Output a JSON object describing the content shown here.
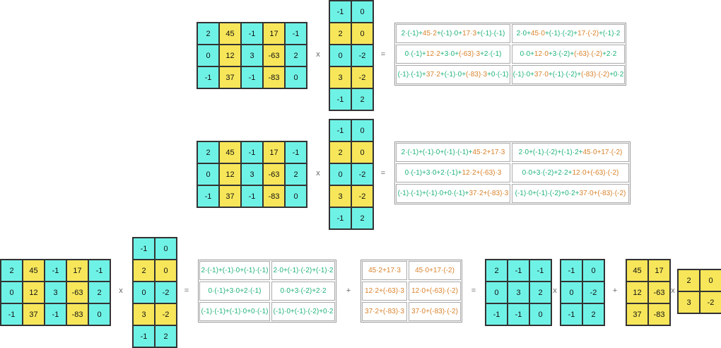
{
  "colors": {
    "cyan": "#6ff2e6",
    "yellow": "#f7e65a",
    "green_term": "#1fb37a",
    "orange_term": "#d9822b"
  },
  "A": [
    [
      "2",
      "45",
      "-1",
      "17",
      "-1"
    ],
    [
      "0",
      "12",
      "3",
      "-63",
      "2"
    ],
    [
      "-1",
      "37",
      "-1",
      "-83",
      "0"
    ]
  ],
  "B": [
    [
      "-1",
      "0"
    ],
    [
      "2",
      "0"
    ],
    [
      "0",
      "-2"
    ],
    [
      "3",
      "-2"
    ],
    [
      "-1",
      "2"
    ]
  ],
  "ops": {
    "times": "x",
    "eq": "=",
    "plus": "+"
  },
  "eq1": {
    "r0": [
      [
        "2·(-1)+",
        "45·2",
        "+(-1)·0+",
        "17·3",
        "+(-1)·(-1)"
      ],
      [
        "2·0+",
        "45·0",
        "+(-1)·(-2)+",
        "17·(-2)",
        "+(-1)·2"
      ]
    ],
    "r1": [
      [
        "0·(-1)+",
        "12·2",
        "+3·0+",
        "(-63)·3",
        "+2·(-1)"
      ],
      [
        "0·0+",
        "12·0",
        "+3·(-2)+",
        "(-63)·(-2)",
        "+2·2"
      ]
    ],
    "r2": [
      [
        "(-1)·(-1)+",
        "37·2",
        "+(-1)·0+",
        "(-83)·3",
        "+0·(-1)"
      ],
      [
        "(-1)·0+",
        "37·0",
        "+(-1)·(-2)+",
        "(-83)·(-2)",
        "+0·2"
      ]
    ]
  },
  "eq2": {
    "r0": [
      [
        "2·(-1)+(-1)·0+(-1)·(-1)+",
        "45·2+17·3"
      ],
      [
        "2·0+(-1)·(-2)+(-1)·2+",
        "45·0+17·(-2)"
      ]
    ],
    "r1": [
      [
        "0·(-1)+3·0+2·(-1)+",
        "12·2+(-63)·3"
      ],
      [
        "0·0+3·(-2)+2·2+",
        "12·0+(-63)·(-2)"
      ]
    ],
    "r2": [
      [
        "(-1)·(-1)+(-1)·0+0·(-1)+",
        "37·2+(-83)·3"
      ],
      [
        "(-1)·0+(-1)·(-2)+0·2+",
        "37·0+(-83)·(-2)"
      ]
    ]
  },
  "eq3": {
    "green": [
      [
        "2·(-1)+(-1)·0+(-1)·(-1)",
        "2·0+(-1)·(-2)+(-1)·2"
      ],
      [
        "0·(-1)+3·0+2·(-1)",
        "0·0+3·(-2)+2·2"
      ],
      [
        "(-1)·(-1)+(-1)·0+0·(-1)",
        "(-1)·0+(-1)·(-2)+0·2"
      ]
    ],
    "orange": [
      [
        "45·2+17·3",
        "45·0+17·(-2)"
      ],
      [
        "12·2+(-63)·3",
        "12·0+(-63)·(-2)"
      ],
      [
        "37·2+(-83)·3",
        "37·0+(-83)·(-2)"
      ]
    ],
    "Acyan": [
      [
        "2",
        "-1",
        "-1"
      ],
      [
        "0",
        "3",
        "2"
      ],
      [
        "-1",
        "-1",
        "0"
      ]
    ],
    "Bcyan": [
      [
        "-1",
        "0"
      ],
      [
        "0",
        "-2"
      ],
      [
        "-1",
        "2"
      ]
    ],
    "Ayellow": [
      [
        "45",
        "17"
      ],
      [
        "12",
        "-63"
      ],
      [
        "37",
        "-83"
      ]
    ],
    "Byellow": [
      [
        "2",
        "0"
      ],
      [
        "3",
        "-2"
      ]
    ]
  }
}
